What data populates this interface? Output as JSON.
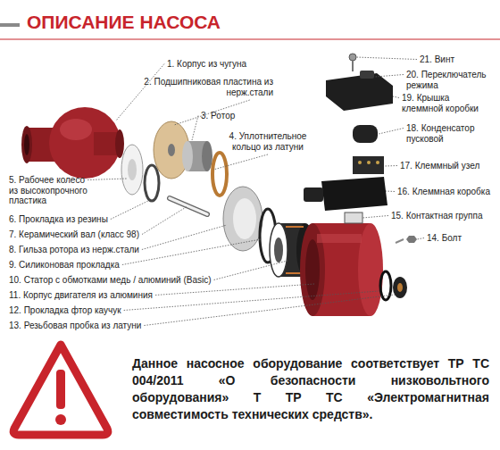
{
  "diagram": {
    "title": "ОПИСАНИЕ НАСОСА",
    "labels": [
      "1. Корпус из чугуна",
      "2. Подшипниковая пластина из нерж.стали",
      "3. Ротор",
      "4. Уплотнительное кольцо из латуни",
      "5. Рабочее колесо из высокопрочного пластика",
      "6. Прокладка из резины",
      "7. Керамический вал (класс 98)",
      "8. Гильза ротора из нерж.стали",
      "9. Силиконовая прокладка",
      "10. Статор с обмотками медь / алюминий (Basic)",
      "11. Корпус двигателя из алюминия",
      "12. Прокладка фтор каучук",
      "13. Резьбовая пробка из латуни",
      "14. Болт",
      "15. Контактная группа",
      "16. Клеммная коробка",
      "17. Клеммный узел",
      "18. Конденсатор пусковой",
      "19. Крышка клеммной коробки",
      "20. Переключатель режима",
      "21. Винт",
      "Данное насосное оборудование соответствует ТР ТС 004/2011 «О безопасности низковольтного оборудования» Т ТР ТС «Электромагнитная совместимость технических средств»."
    ]
  }
}
